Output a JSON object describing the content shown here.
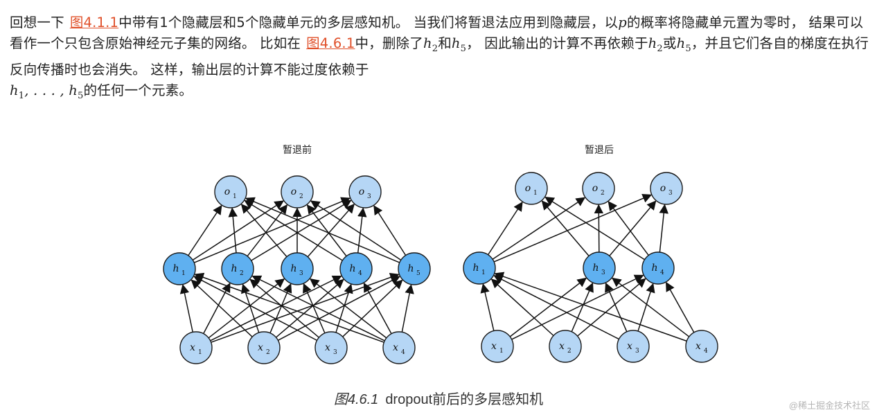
{
  "paragraph": {
    "t1": "回想一下",
    "ref1": "图4.1.1",
    "t2": "中带有1个隐藏层和5个隐藏单元的多层感知机。 当我们将暂退法应用到隐藏层，以",
    "p": "p",
    "t3": "的概率将隐藏单元置为零时， 结果可以看作一个只包含原始神经元子集的网络。 比如在",
    "ref2": "图4.6.1",
    "t4": "中，删除了",
    "t5": "和",
    "t6": "， 因此输出的计算不再依赖于",
    "t7": "或",
    "t8": "，并且它们各自的梯度在执行反向传播时也会消失。 这样，输出层的计算不能过度依赖于",
    "t9": "的任何一个元素。",
    "h_var": "h",
    "h2_sub": "2",
    "h5_sub": "5",
    "h1_sub": "1",
    "ellipsis_seq": ", . . . , "
  },
  "figure": {
    "left_title": "暂退前",
    "right_title": "暂退后",
    "colors": {
      "hidden_fill": "#5fb0f0",
      "io_fill": "#b5d6f5",
      "node_stroke": "#1a1a1a",
      "edge": "#111111"
    },
    "nodes": {
      "o1": {
        "var": "o",
        "sub": "1"
      },
      "o2": {
        "var": "o",
        "sub": "2"
      },
      "o3": {
        "var": "o",
        "sub": "3"
      },
      "h1": {
        "var": "h",
        "sub": "1"
      },
      "h2": {
        "var": "h",
        "sub": "2"
      },
      "h3": {
        "var": "h",
        "sub": "3"
      },
      "h4": {
        "var": "h",
        "sub": "4"
      },
      "h5": {
        "var": "h",
        "sub": "5"
      },
      "x1": {
        "var": "x",
        "sub": "1"
      },
      "x2": {
        "var": "x",
        "sub": "2"
      },
      "x3": {
        "var": "x",
        "sub": "3"
      },
      "x4": {
        "var": "x",
        "sub": "4"
      }
    },
    "left_hidden": [
      "h1",
      "h2",
      "h3",
      "h4",
      "h5"
    ],
    "right_hidden": [
      "h1",
      "h3",
      "h4"
    ],
    "outputs": [
      "o1",
      "o2",
      "o3"
    ],
    "inputs": [
      "x1",
      "x2",
      "x3",
      "x4"
    ]
  },
  "caption": {
    "number": "图4.6.1",
    "text": "dropout前后的多层感知机"
  },
  "watermark": "@稀土掘金技术社区"
}
